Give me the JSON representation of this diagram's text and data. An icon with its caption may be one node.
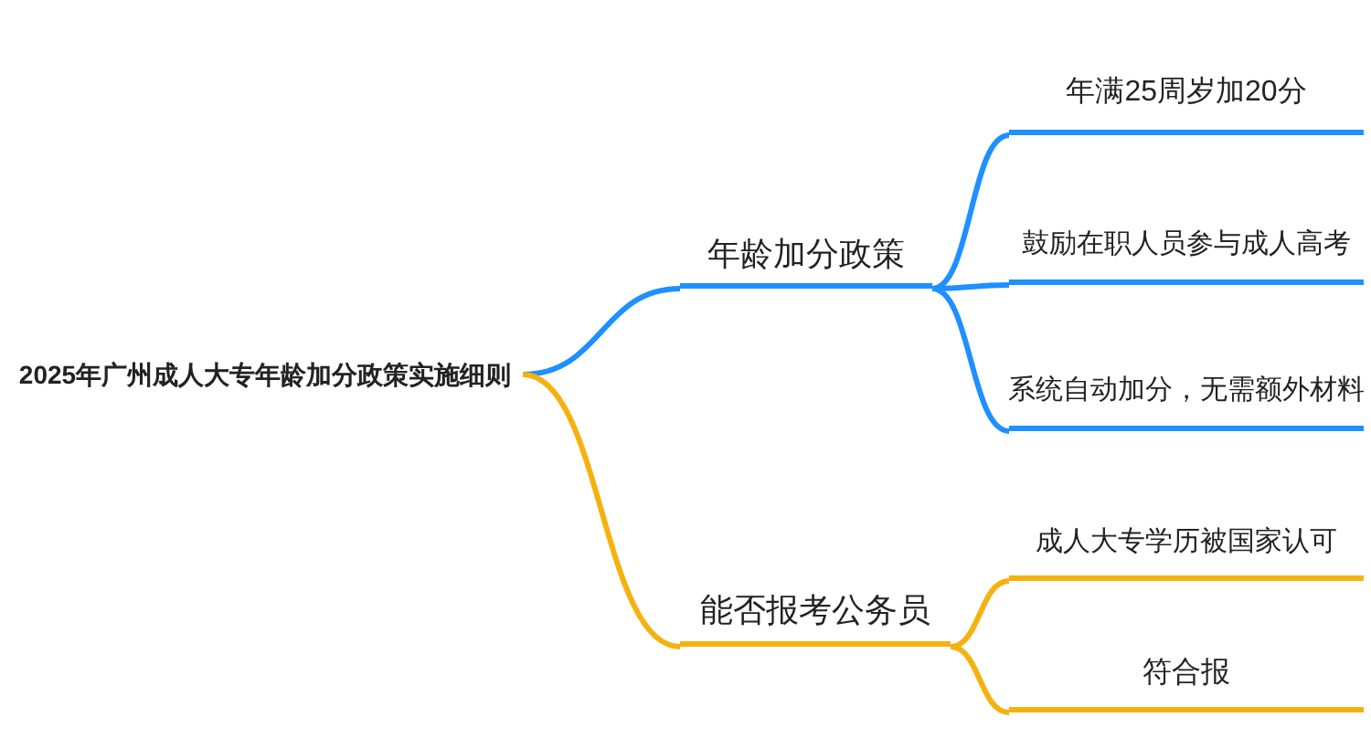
{
  "diagram": {
    "nodes": [
      {
        "text": [
          "2025年广州成人大专年龄加分政策实施细则"
        ]
      },
      {
        "text": [
          "年龄加分政策"
        ]
      },
      {
        "text": [
          "年满25周岁加20分"
        ]
      },
      {
        "text": [
          "鼓励在职人员参与成人高考"
        ]
      },
      {
        "text": [
          "系统自动加分，无需额外材料"
        ]
      },
      {
        "text": [
          "能否报考公务员"
        ]
      },
      {
        "text": [
          "成人大专学历被国家认可"
        ]
      },
      {
        "text": [
          "符合报"
        ]
      }
    ],
    "edges": [
      {
        "from": 0,
        "to": 1,
        "arrow": "none"
      },
      {
        "from": 1,
        "to": 2,
        "arrow": "none"
      },
      {
        "from": 1,
        "to": 3,
        "arrow": "none"
      },
      {
        "from": 1,
        "to": 4,
        "arrow": "none"
      },
      {
        "from": 0,
        "to": 5,
        "arrow": "none",
        "color": "#f5b20f"
      },
      {
        "from": 5,
        "to": 6,
        "arrow": "none",
        "color": "#f5b20f"
      },
      {
        "from": 5,
        "to": 7,
        "arrow": "none",
        "color": "#f5b20f"
      }
    ]
  }
}
